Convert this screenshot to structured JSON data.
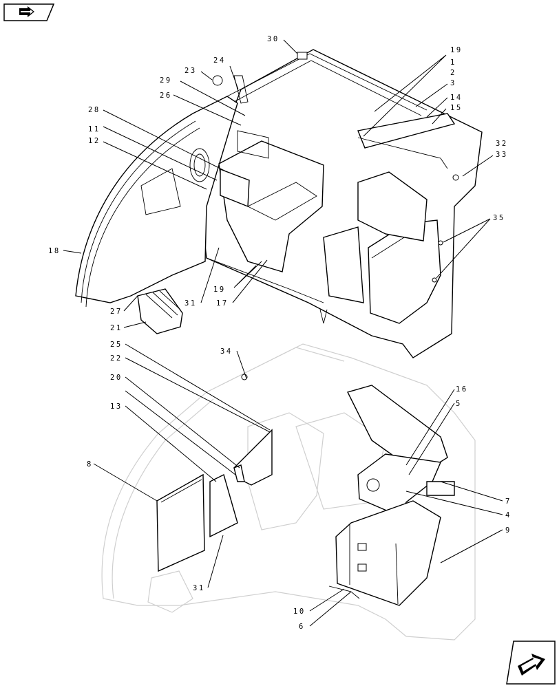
{
  "navigation": {
    "back_icon": "return-arrow-icon",
    "next_icon": "next-page-arrow-icon"
  },
  "callouts": [
    {
      "id": "c30",
      "text": "30"
    },
    {
      "id": "c19a",
      "text": "19"
    },
    {
      "id": "c1",
      "text": "1"
    },
    {
      "id": "c2",
      "text": "2"
    },
    {
      "id": "c3",
      "text": "3"
    },
    {
      "id": "c14",
      "text": "14"
    },
    {
      "id": "c15",
      "text": "15"
    },
    {
      "id": "c24",
      "text": "24"
    },
    {
      "id": "c23",
      "text": "23"
    },
    {
      "id": "c29",
      "text": "29"
    },
    {
      "id": "c26",
      "text": "26"
    },
    {
      "id": "c28",
      "text": "28"
    },
    {
      "id": "c11",
      "text": "11"
    },
    {
      "id": "c12",
      "text": "12"
    },
    {
      "id": "c32",
      "text": "32"
    },
    {
      "id": "c33",
      "text": "33"
    },
    {
      "id": "c35",
      "text": "35"
    },
    {
      "id": "c18",
      "text": "18"
    },
    {
      "id": "c19b",
      "text": "19"
    },
    {
      "id": "c31a",
      "text": "31"
    },
    {
      "id": "c17",
      "text": "17"
    },
    {
      "id": "c27",
      "text": "27"
    },
    {
      "id": "c21",
      "text": "21"
    },
    {
      "id": "c25",
      "text": "25"
    },
    {
      "id": "c34",
      "text": "34"
    },
    {
      "id": "c22",
      "text": "22"
    },
    {
      "id": "c20",
      "text": "20"
    },
    {
      "id": "c13",
      "text": "13"
    },
    {
      "id": "c8",
      "text": "8"
    },
    {
      "id": "c16",
      "text": "16"
    },
    {
      "id": "c5",
      "text": "5"
    },
    {
      "id": "c7",
      "text": "7"
    },
    {
      "id": "c4",
      "text": "4"
    },
    {
      "id": "c9",
      "text": "9"
    },
    {
      "id": "c31b",
      "text": "31"
    },
    {
      "id": "c10",
      "text": "10"
    },
    {
      "id": "c6",
      "text": "6"
    }
  ]
}
